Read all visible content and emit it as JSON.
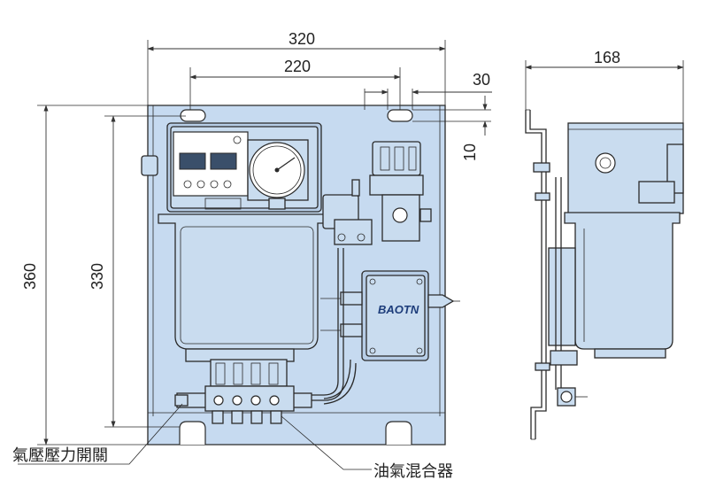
{
  "dimensions": {
    "overall_width": "320",
    "mount_width": "220",
    "hole_offset": "30",
    "hole_height": "10",
    "overall_height": "360",
    "mount_height": "330",
    "side_depth": "168"
  },
  "device": {
    "brand_label": "BAOTN"
  },
  "callouts": {
    "pressure_switch": "氣壓壓力開關",
    "air_oil_mixer": "油氣混合器"
  },
  "colors": {
    "panel": "#c6daf0",
    "outline": "#2a2a2a",
    "dimension_line": "#333333"
  }
}
